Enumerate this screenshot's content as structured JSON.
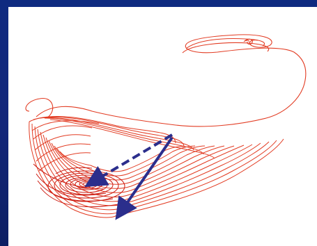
{
  "colors": {
    "background": "#12267a",
    "panel": "#ffffff",
    "curve": "#e23b22",
    "curve_dense": "#cc1a10",
    "arrow": "#2b2e8c"
  },
  "figure": {
    "type": "strange-attractor-trajectory",
    "arrows": [
      {
        "name": "dashed-arrow",
        "style": "dashed"
      },
      {
        "name": "solid-arrow",
        "style": "solid"
      }
    ]
  }
}
